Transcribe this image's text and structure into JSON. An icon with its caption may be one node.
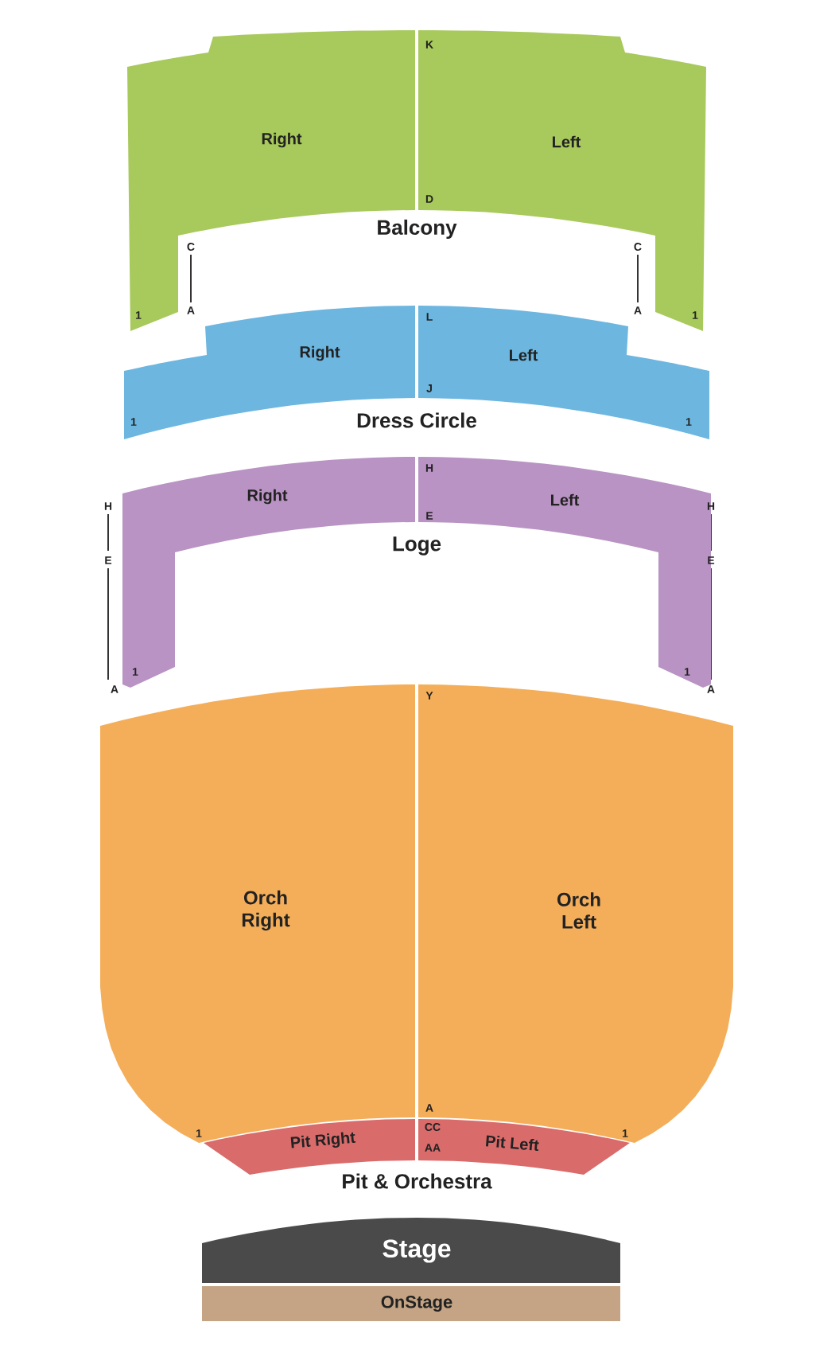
{
  "diagram": {
    "nodes": [
      {
        "text": [
          "Right"
        ]
      },
      {
        "text": [
          "Left"
        ]
      },
      {
        "text": [
          "Right"
        ]
      },
      {
        "text": [
          "Left"
        ]
      },
      {
        "text": [
          "Right"
        ]
      },
      {
        "text": [
          "Left"
        ]
      },
      {
        "text": [
          "Orch Right"
        ]
      },
      {
        "text": [
          "Orch Left"
        ]
      },
      {
        "text": [
          "Pit Right"
        ]
      },
      {
        "text": [
          "Pit Left"
        ]
      },
      {
        "text": [
          "Stage"
        ]
      },
      {
        "text": [
          "OnStage"
        ]
      }
    ],
    "labels": [
      "K",
      "D",
      "Balcony",
      "C",
      "C",
      "1",
      "A",
      "L",
      "A",
      "1",
      "J",
      "1",
      "Dress Circle",
      "1",
      "H",
      "H",
      "E",
      "H",
      "E",
      "Loge",
      "E",
      "A",
      "1",
      "1",
      "A",
      "Y",
      "A",
      "1",
      "CC",
      "1",
      "AA",
      "Pit & Orchestra"
    ]
  }
}
